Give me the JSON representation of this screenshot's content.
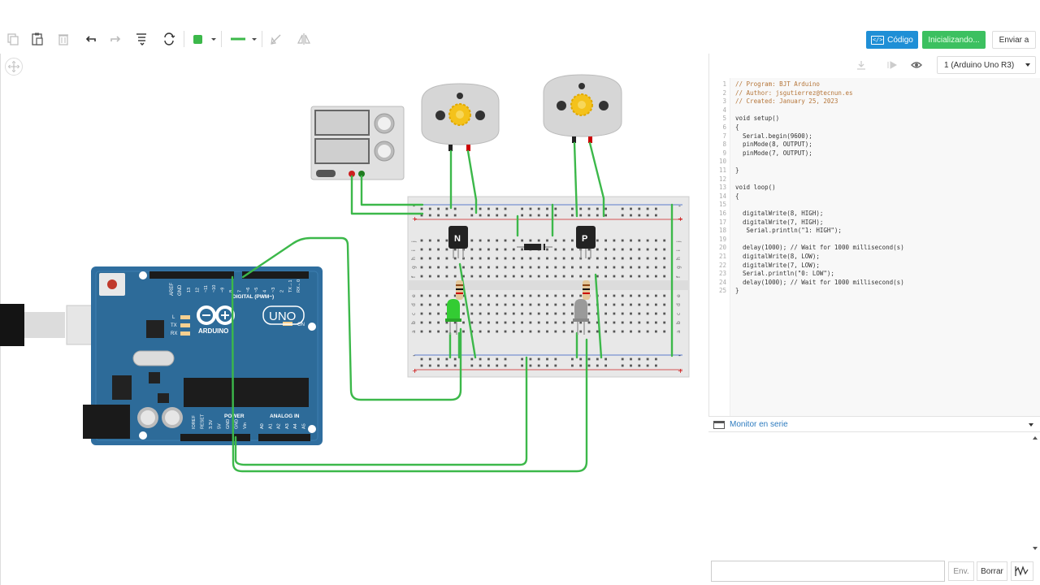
{
  "header": {
    "code_button_label": "Código",
    "code_button_icon": "</>",
    "simulate_button_label": "Inicializando...",
    "send_button_label": "Enviar a"
  },
  "toolbar": {
    "icons": [
      "copy-icon",
      "paste-icon",
      "delete-icon",
      "undo-icon",
      "redo-icon",
      "notes-icon",
      "rotate-icon",
      "color-icon",
      "line-style-icon",
      "mirror-icon",
      "flip-icon"
    ],
    "wire_color": "#3cb84a"
  },
  "editor": {
    "device_select": "1 (Arduino Uno R3)",
    "lines": [
      {
        "n": "1",
        "text": "// Program: BJT Arduino",
        "comment": true
      },
      {
        "n": "2",
        "text": "// Author: jsgutierrez@tecnun.es",
        "comment": true
      },
      {
        "n": "3",
        "text": "// Created: January 25, 2023",
        "comment": true
      },
      {
        "n": "4",
        "text": "",
        "comment": false
      },
      {
        "n": "5",
        "text": "void setup()",
        "comment": false
      },
      {
        "n": "6",
        "text": "{",
        "comment": false
      },
      {
        "n": "7",
        "text": "  Serial.begin(9600);",
        "comment": false
      },
      {
        "n": "8",
        "text": "  pinMode(8, OUTPUT);",
        "comment": false
      },
      {
        "n": "9",
        "text": "  pinMode(7, OUTPUT);",
        "comment": false
      },
      {
        "n": "10",
        "text": "",
        "comment": false
      },
      {
        "n": "11",
        "text": "}",
        "comment": false
      },
      {
        "n": "12",
        "text": "",
        "comment": false
      },
      {
        "n": "13",
        "text": "void loop()",
        "comment": false
      },
      {
        "n": "14",
        "text": "{",
        "comment": false
      },
      {
        "n": "15",
        "text": "",
        "comment": false
      },
      {
        "n": "16",
        "text": "  digitalWrite(8, HIGH);",
        "comment": false
      },
      {
        "n": "17",
        "text": "  digitalWrite(7, HIGH);",
        "comment": false
      },
      {
        "n": "18",
        "text": "   Serial.println(\"1: HIGH\");",
        "comment": false
      },
      {
        "n": "19",
        "text": "",
        "comment": false
      },
      {
        "n": "20",
        "text": "  delay(1000); // Wait for 1000 millisecond(s)",
        "comment": false
      },
      {
        "n": "21",
        "text": "  digitalWrite(8, LOW);",
        "comment": false
      },
      {
        "n": "22",
        "text": "  digitalWrite(7, LOW);",
        "comment": false
      },
      {
        "n": "23",
        "text": "  Serial.println(\"0: LOW\");",
        "comment": false
      },
      {
        "n": "24",
        "text": "  delay(1000); // Wait for 1000 millisecond(s)",
        "comment": false
      },
      {
        "n": "25",
        "text": "}",
        "comment": false
      }
    ]
  },
  "serial_monitor": {
    "label": "Monitor en serie",
    "input_value": "",
    "send_label": "Env.",
    "clear_label": "Borrar"
  },
  "circuit": {
    "arduino": {
      "logo": "ARDUINO",
      "model": "UNO",
      "digital_label": "DIGITAL (PWM~)",
      "power_label": "POWER",
      "analog_label": "ANALOG IN",
      "on_label": "ON",
      "tx_label": "TX",
      "rx_label": "RX",
      "l_label": "L",
      "aref_label": "AREF",
      "gnd_label": "GND",
      "digital_pins": [
        "13",
        "12",
        "~11",
        "~10",
        "~9",
        "8",
        "7",
        "~6",
        "~5",
        "4",
        "~3",
        "2",
        "TX→1",
        "RX←0"
      ],
      "power_pins": [
        "IOREF",
        "RESET",
        "3.3V",
        "5V",
        "GND",
        "GND",
        "Vin"
      ],
      "analog_pins": [
        "A0",
        "A1",
        "A2",
        "A3",
        "A4",
        "A5"
      ]
    },
    "transistor_npn_label": "N",
    "transistor_pnp_label": "P",
    "breadboard_rows_top": [
      "j",
      "i",
      "h",
      "g",
      "f"
    ],
    "breadboard_rows_bottom": [
      "e",
      "d",
      "c",
      "b",
      "a"
    ],
    "led_on_color": "#33cc33",
    "led_off_color": "#9a9a9a",
    "motor_gear_color": "#f4c21b"
  }
}
